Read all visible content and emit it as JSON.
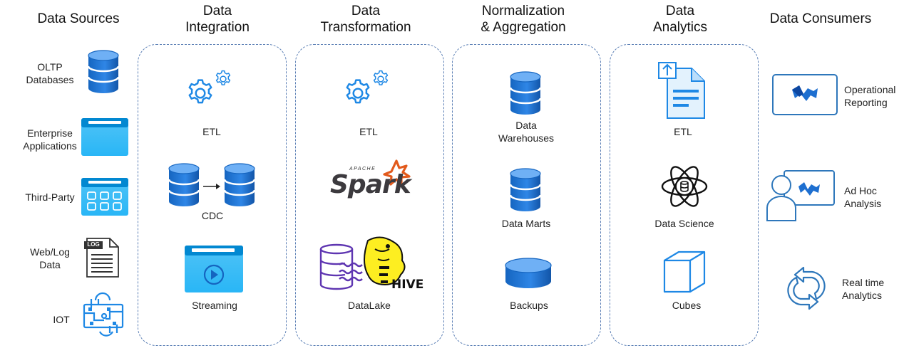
{
  "columns": {
    "sources": {
      "title": "Data Sources"
    },
    "integration": {
      "title": "Data\nIntegration"
    },
    "transformation": {
      "title": "Data\nTransformation"
    },
    "normalization": {
      "title": "Normalization\n& Aggregation"
    },
    "analytics": {
      "title": "Data\nAnalytics"
    },
    "consumers": {
      "title": "Data Consumers"
    }
  },
  "sources": [
    {
      "label": "OLTP\nDatabases",
      "icon": "database-icon"
    },
    {
      "label": "Enterprise\nApplications",
      "icon": "app-window-icon"
    },
    {
      "label": "Third-Party",
      "icon": "app-grid-icon"
    },
    {
      "label": "Web/Log\nData",
      "icon": "log-file-icon",
      "badge": "LOG"
    },
    {
      "label": "IOT",
      "icon": "iot-circuit-icon"
    }
  ],
  "integration": [
    {
      "label": "ETL",
      "icon": "gears-icon"
    },
    {
      "label": "CDC",
      "icon": "database-replication-icon"
    },
    {
      "label": "Streaming",
      "icon": "streaming-window-icon"
    }
  ],
  "transformation": [
    {
      "label": "ETL",
      "icon": "gears-icon"
    },
    {
      "label": "",
      "icon": "apache-spark-logo",
      "logo_small": "APACHE",
      "logo_text": "Spark"
    },
    {
      "label": "DataLake",
      "icon": "datalake-hive-icon",
      "logo_text": "HIVE"
    }
  ],
  "normalization": [
    {
      "label": "Data\nWarehouses",
      "icon": "database-icon"
    },
    {
      "label": "Data Marts",
      "icon": "database-icon"
    },
    {
      "label": "Backups",
      "icon": "disk-icon"
    }
  ],
  "analytics": [
    {
      "label": "ETL",
      "icon": "document-upload-icon"
    },
    {
      "label": "Data Science",
      "icon": "atom-database-icon"
    },
    {
      "label": "Cubes",
      "icon": "cube-icon"
    }
  ],
  "consumers": [
    {
      "label": "Operational\nReporting",
      "icon": "report-board-icon"
    },
    {
      "label": "Ad Hoc\nAnalysis",
      "icon": "presenter-icon"
    },
    {
      "label": "Real time\nAnalytics",
      "icon": "refresh-cycle-icon"
    }
  ],
  "colors": {
    "accent_blue": "#1e88e5",
    "light_blue": "#29b6f6",
    "panel_border": "#5b7fb5",
    "spark_orange": "#e25a1c",
    "hive_yellow": "#fdee21",
    "lake_purple": "#5e35b1"
  }
}
